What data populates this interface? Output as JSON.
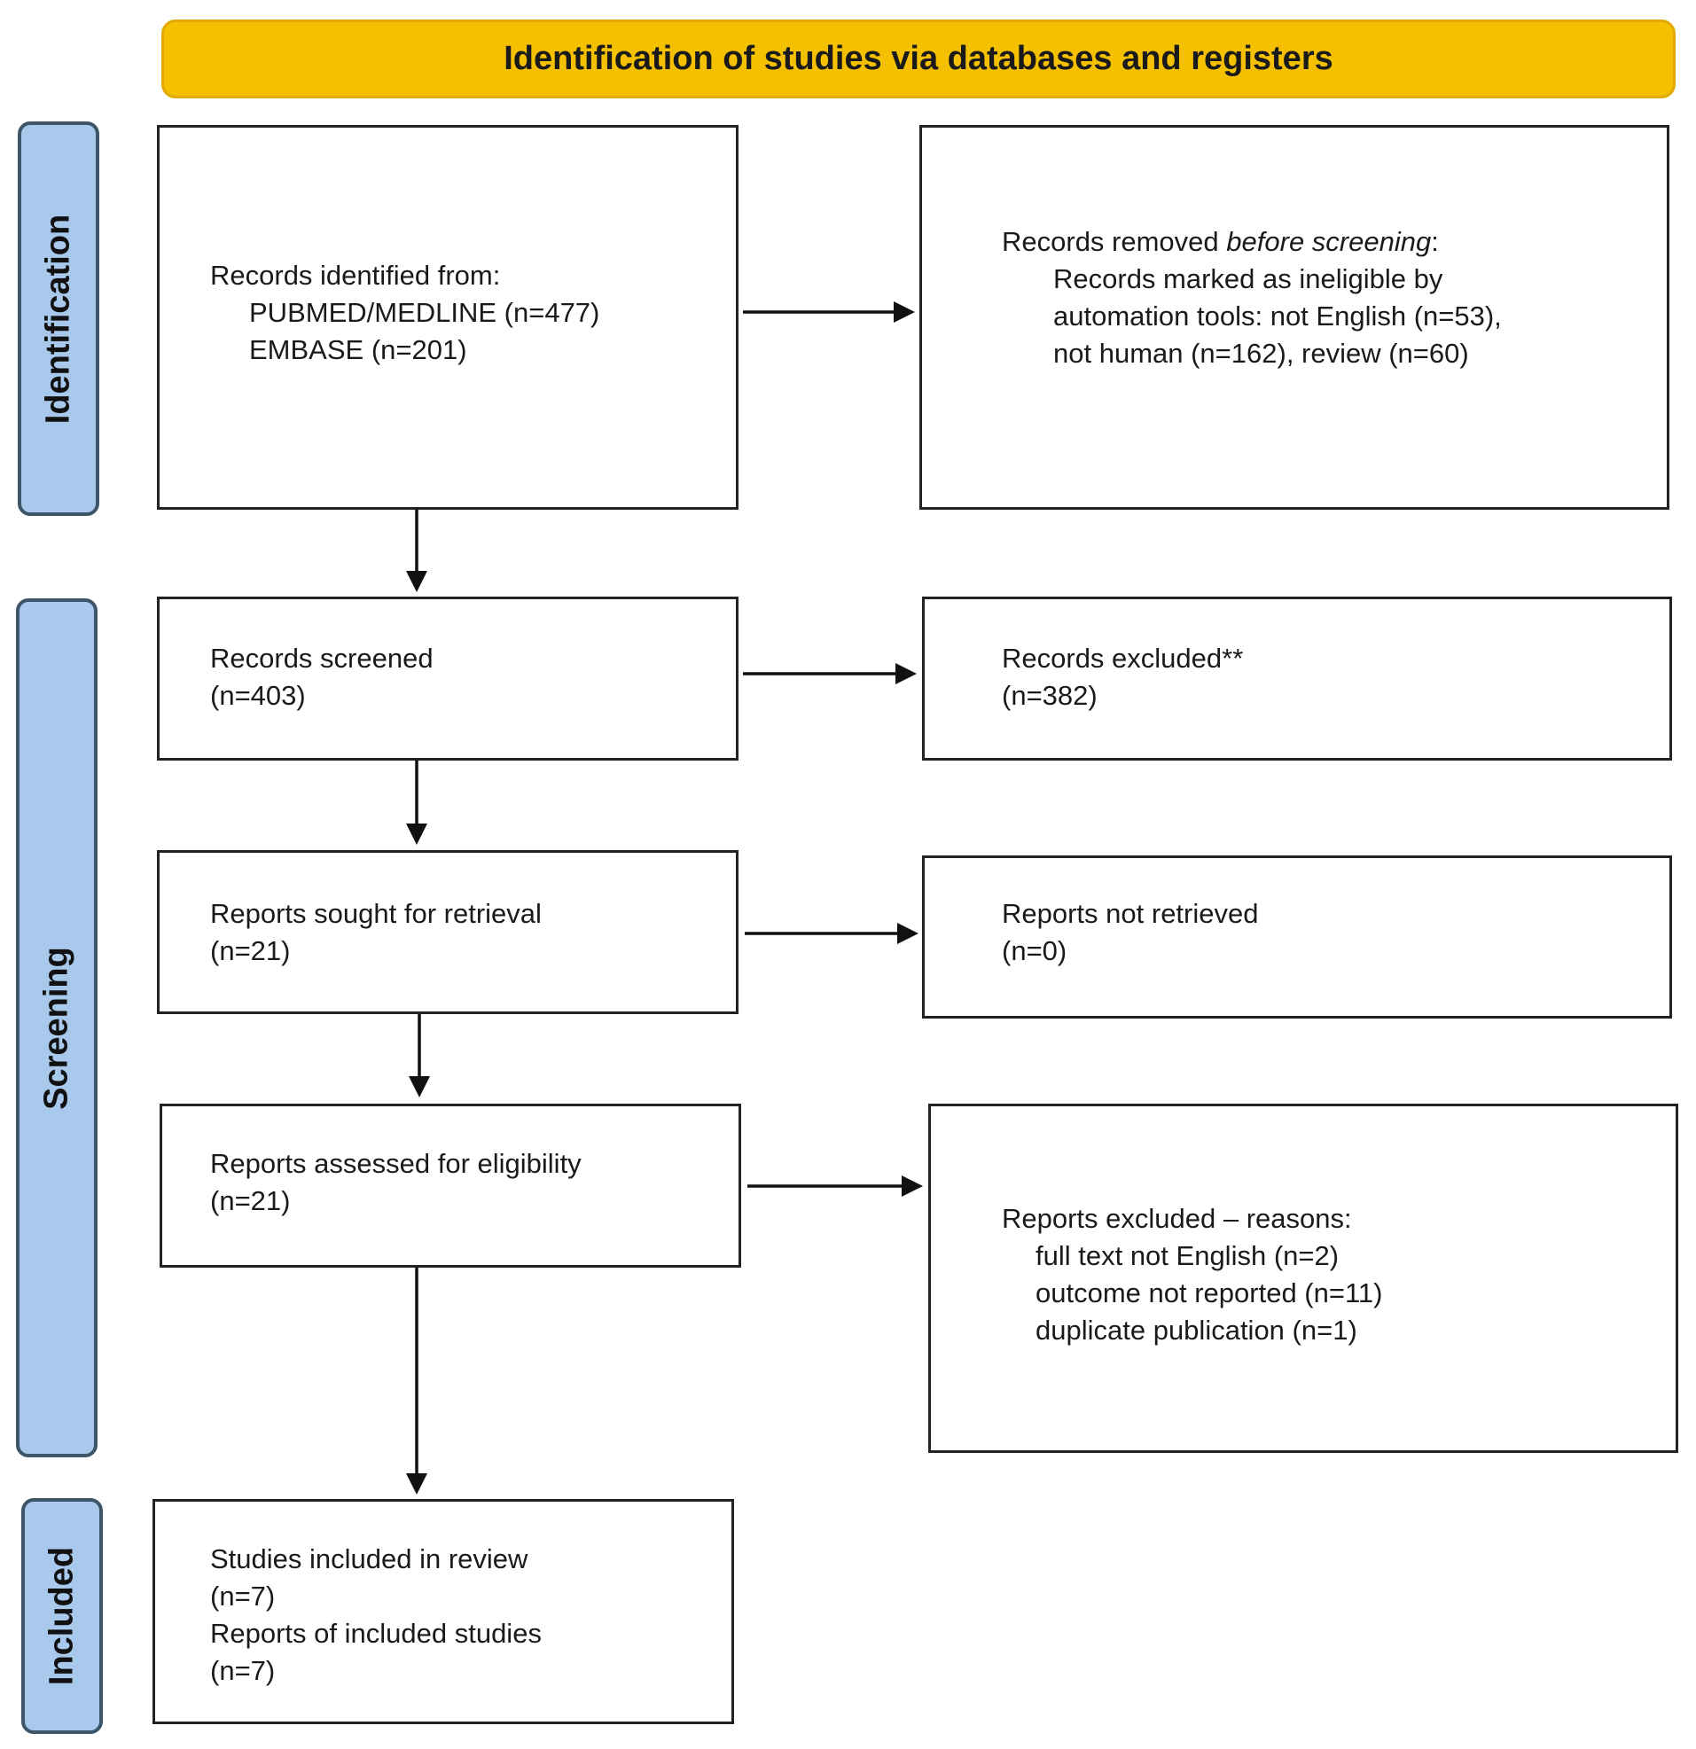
{
  "banner": {
    "title": "Identification of studies via databases and registers"
  },
  "phases": {
    "identification": "Identification",
    "screening": "Screening",
    "included": "Included"
  },
  "boxes": {
    "records_identified": {
      "heading": "Records identified from:",
      "lines": [
        "PUBMED/MEDLINE (n=477)",
        "EMBASE (n=201)"
      ]
    },
    "records_removed": {
      "heading_prefix": "Records removed ",
      "heading_italic": "before screening",
      "heading_suffix": ":",
      "lines": [
        "Records marked as ineligible by",
        "automation tools: not English (n=53),",
        "not human (n=162), review (n=60)"
      ]
    },
    "records_screened": {
      "label": "Records screened",
      "count": "(n=403)"
    },
    "records_excluded": {
      "label": "Records excluded**",
      "count": "(n=382)"
    },
    "reports_sought": {
      "label": "Reports sought for retrieval",
      "count": "(n=21)"
    },
    "reports_not_retrieved": {
      "label": "Reports not retrieved",
      "count": "(n=0)"
    },
    "reports_assessed": {
      "label": "Reports assessed for eligibility",
      "count": "(n=21)"
    },
    "reports_excluded": {
      "heading": "Reports excluded – reasons:",
      "lines": [
        "full text not English (n=2)",
        "outcome not reported (n=11)",
        "duplicate publication (n=1)"
      ]
    },
    "studies_included": {
      "label": "Studies included in review",
      "count": "(n=7)",
      "label2": "Reports of included studies",
      "count2": "(n=7)"
    }
  },
  "colors": {
    "banner_fill": "#f5c000",
    "phase_fill": "#a8c9ec",
    "phase_border": "#3d5568",
    "box_border": "#222222"
  }
}
